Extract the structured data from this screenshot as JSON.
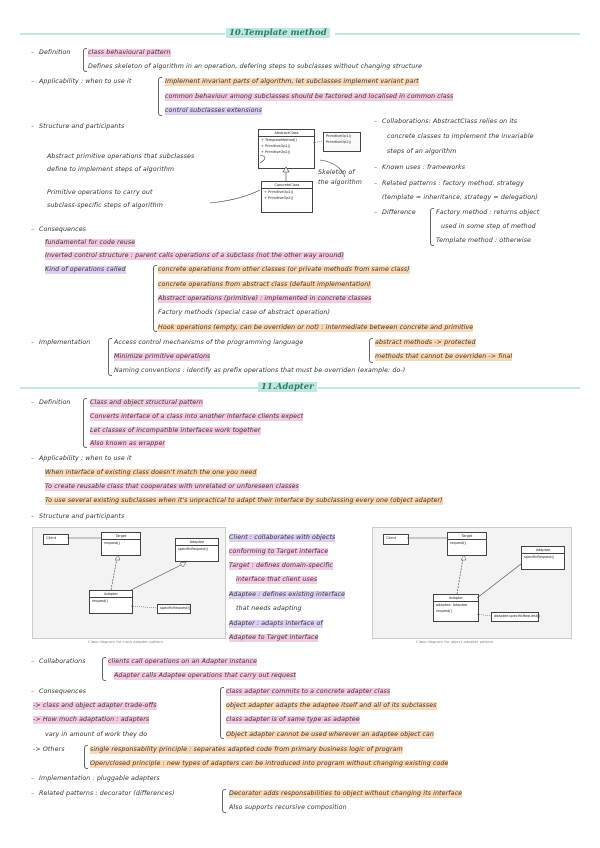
{
  "s10": {
    "title": "10.Template method",
    "definition_label": "Definition",
    "def_1": "class behavioural pattern",
    "def_2": "Defines skeleton of algorithm in an operation, defering steps to subclasses without changing structure",
    "applicability_label": "Applicability : when to use it",
    "app_1": "Implement invariant parts of algorithm, let subclasses implement variant part",
    "app_2": "common behaviour among subclasses should be factored and localised in common class",
    "app_3": "control subclasses extensions",
    "structure_label": "Structure and participants",
    "abstract_class": "AbstractClass",
    "concrete_class": "ConcreteClass",
    "sp_1": "Abstract primitive operations that subclasses",
    "sp_2": "define to implement steps of algorithm",
    "sp_3": "Skeleton of",
    "sp_4": "the algorithm",
    "sp_5": "Primitive operations to carry out",
    "sp_6": "subclass-specific steps of algorithm",
    "collab_1": "Collaborations: AbstractClass relies on its",
    "collab_2": "concrete classes to implement the invariable",
    "collab_3": "steps of an algorithm",
    "known_uses": "Known uses : frameworks",
    "related_1": "Related patterns : factory method, strategy",
    "related_2": "(template = inheritance, strategy = delegation)",
    "diff_label": "Difference",
    "diff_1": "Factory method : returns object",
    "diff_2": "used in some step of method",
    "diff_3": "Template method : otherwise",
    "consequences_label": "Consequences",
    "cons_1": "fundamental for code reuse",
    "cons_2": "Inverted control structure : parent calls operations of a subclass (not the other way around)",
    "cons_3": "Kind of operations called",
    "cons_4": "concrete operations from other classes (or private methods from same class)",
    "cons_5": "concrete operations from abstract class (default implementation)",
    "cons_6": "Abstract operations (primitive) : implemented in concrete classes",
    "cons_7": "Factory methods (special case of abstract operation)",
    "cons_8": "Hook operations (empty, can be overriden or not) : intermediate between concrete and primitive",
    "impl_label": "Implementation",
    "impl_1": "Access control mechanisms of the programming language",
    "impl_2": "abstract methods -> protected",
    "impl_3": "Minimize primitive operations",
    "impl_4": "methods that cannot be overriden -> final",
    "impl_5": "Naming conventions : identify as prefix operations that must be overriden (example: do-)"
  },
  "s11": {
    "title": "11.Adapter",
    "definition_label": "Definition",
    "def_1": "Class and object structural pattern",
    "def_2": "Converts interface of a class into another interface clients expect",
    "def_3": "Let classes of incompatible interfaces work together",
    "def_4": "Also known as wrapper",
    "applicability_label": "Applicability : when to use it",
    "app_1": "When interface of existing class doesn't match the one you need",
    "app_2": "To create reusable class that cooperates with unrelated or unforeseen classes",
    "app_3": "To use several existing subclasses when it's unpractical to adapt their interface by subclassing every one (object adapter)",
    "structure_label": "Structure and participants",
    "client": "Client",
    "target": "Target",
    "adaptee": "Adaptee",
    "adapter": "Adapter",
    "request": "request()",
    "specific_request": "specificRequest()",
    "caption_left": "Class diagram for class adapter pattern",
    "caption_right": "Class diagram for object adapter pattern",
    "p_1": "Client : collaborates with objects",
    "p_2": "conforming to Target interface",
    "p_3": "Target : defines domain-specific",
    "p_4": "interface that client uses",
    "p_5": "Adaptee : defines existing interface",
    "p_6": "that needs adapting",
    "p_7": "Adapter : adapts interface of",
    "p_8": "Adaptee to Target interface",
    "collab_label": "Collaborations",
    "collab_1": "clients call operations on an Adapter instance",
    "collab_2": "Adapter calls Adaptee operations that carry out request",
    "consequences_label": "Consequences",
    "cons_1": "-> class and object adapter trade-offs",
    "cons_2": "-> How much adaptation : adapters",
    "cons_3": "vary in amount of work they do",
    "cons_4": "-> Others",
    "cons_r1": "class adapter commits to a concrete adapter class",
    "cons_r2": "object adapter adapts the adaptee itself and all of its subclasses",
    "cons_r3": "class adapter is of same type as adaptee",
    "cons_r4": "Object adapter cannot be used wherever an adaptee object can",
    "cons_o1": "single responsability principle : separates adapted code from primary business logic of program",
    "cons_o2": "Open/closed principle : new types of adapters can be introduced into program without changing existing code",
    "impl_label": "Implementation : pluggable adapters",
    "related_label": "Related patterns : decorator (differences)",
    "related_1": "Decorator adds responsabilities to object without changing its interface",
    "related_2": "Also supports recursive composition"
  },
  "colors": {
    "title_bg": "#bfe8df",
    "title_text": "#2a7a6a",
    "pink": "#f5cbe3",
    "orange": "#fbd9b6",
    "purple": "#ddd0f4"
  }
}
